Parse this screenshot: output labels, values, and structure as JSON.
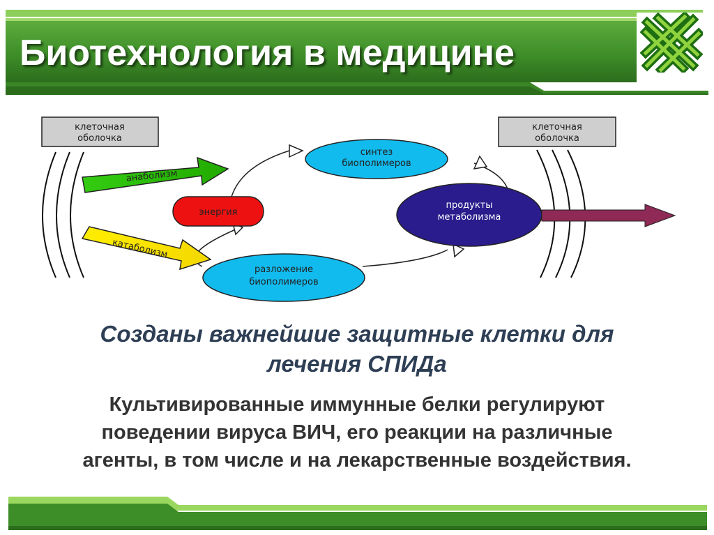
{
  "slide": {
    "title": "Биотехнология в медицине",
    "subtitle_line1": "Созданы важнейшие защитные клетки для",
    "subtitle_line2": "лечения СПИДа",
    "body_line1": "Культивированные  иммунные  белки регулируют",
    "body_line2": "поведении вируса ВИЧ, его реакции на различные",
    "body_line3": "агенты, в том числе и на лекарственные воздействия."
  },
  "diagram": {
    "membrane_left_line1": "клеточная",
    "membrane_left_line2": "оболочка",
    "membrane_right_line1": "клеточная",
    "membrane_right_line2": "оболочка",
    "anabolism": "анаболизм",
    "catabolism": "катаболизм",
    "energy": "энергия",
    "synthesis_line1": "синтез",
    "synthesis_line2": "биополимеров",
    "decomposition_line1": "разложение",
    "decomposition_line2": "биополимеров",
    "products_line1": "продукты",
    "products_line2": "метаболизма"
  },
  "colors": {
    "header_green": "#4a9a32",
    "header_dark": "#2f6b1e",
    "anabolism_arrow": "#33cc11",
    "catabolism_arrow": "#ffee00",
    "energy_oval": "#ee1111",
    "biopolymer_oval": "#11bbee",
    "products_oval": "#2a1c8c",
    "output_arrow": "#8e2a55"
  }
}
